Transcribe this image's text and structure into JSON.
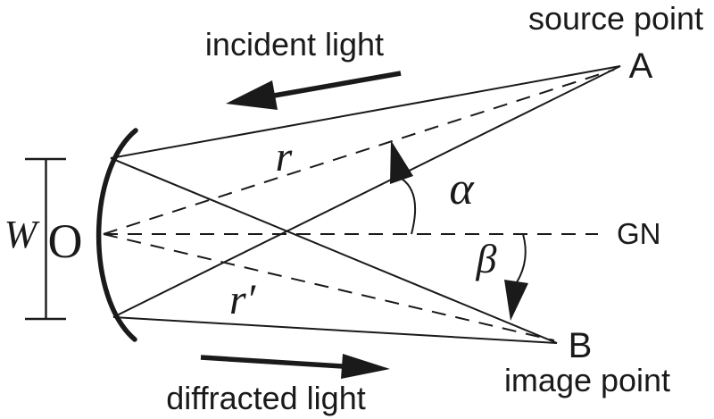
{
  "figure": {
    "description": "Concave diffraction grating geometry: incident light from source point A, diffracted light to image point B",
    "colors": {
      "ink": "#1a1a1a",
      "background": "#ffffff"
    },
    "labels": {
      "source_point": "source point",
      "point_a": "A",
      "incident_light": "incident light",
      "grating_normal": "GN",
      "point_b": "B",
      "image_point": "image point",
      "diffracted_light": "diffracted light",
      "grating_width": "W",
      "grating_center": "O",
      "entrance_arm": "r",
      "exit_arm": "r′",
      "incidence_angle": "α",
      "diffraction_angle": "β"
    }
  }
}
